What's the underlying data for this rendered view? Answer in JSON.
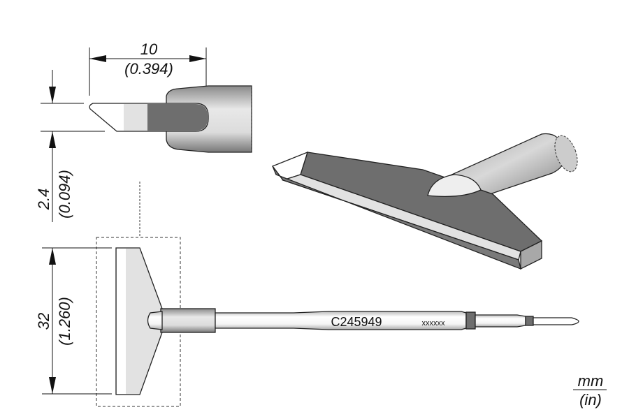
{
  "dimensions": {
    "length_mm": "10",
    "length_in": "(0.394)",
    "thickness_mm": "2.4",
    "thickness_in": "(0.094)",
    "width_mm": "32",
    "width_in": "(1.260)"
  },
  "part_number": "C245949",
  "serial_placeholder": "xxxxxx",
  "units": {
    "primary": "mm",
    "secondary": "(in)"
  },
  "colors": {
    "dark_gray": "#6e6e6e",
    "light_gray": "#e2e2e2",
    "mid_gray": "#a8a8a8"
  }
}
